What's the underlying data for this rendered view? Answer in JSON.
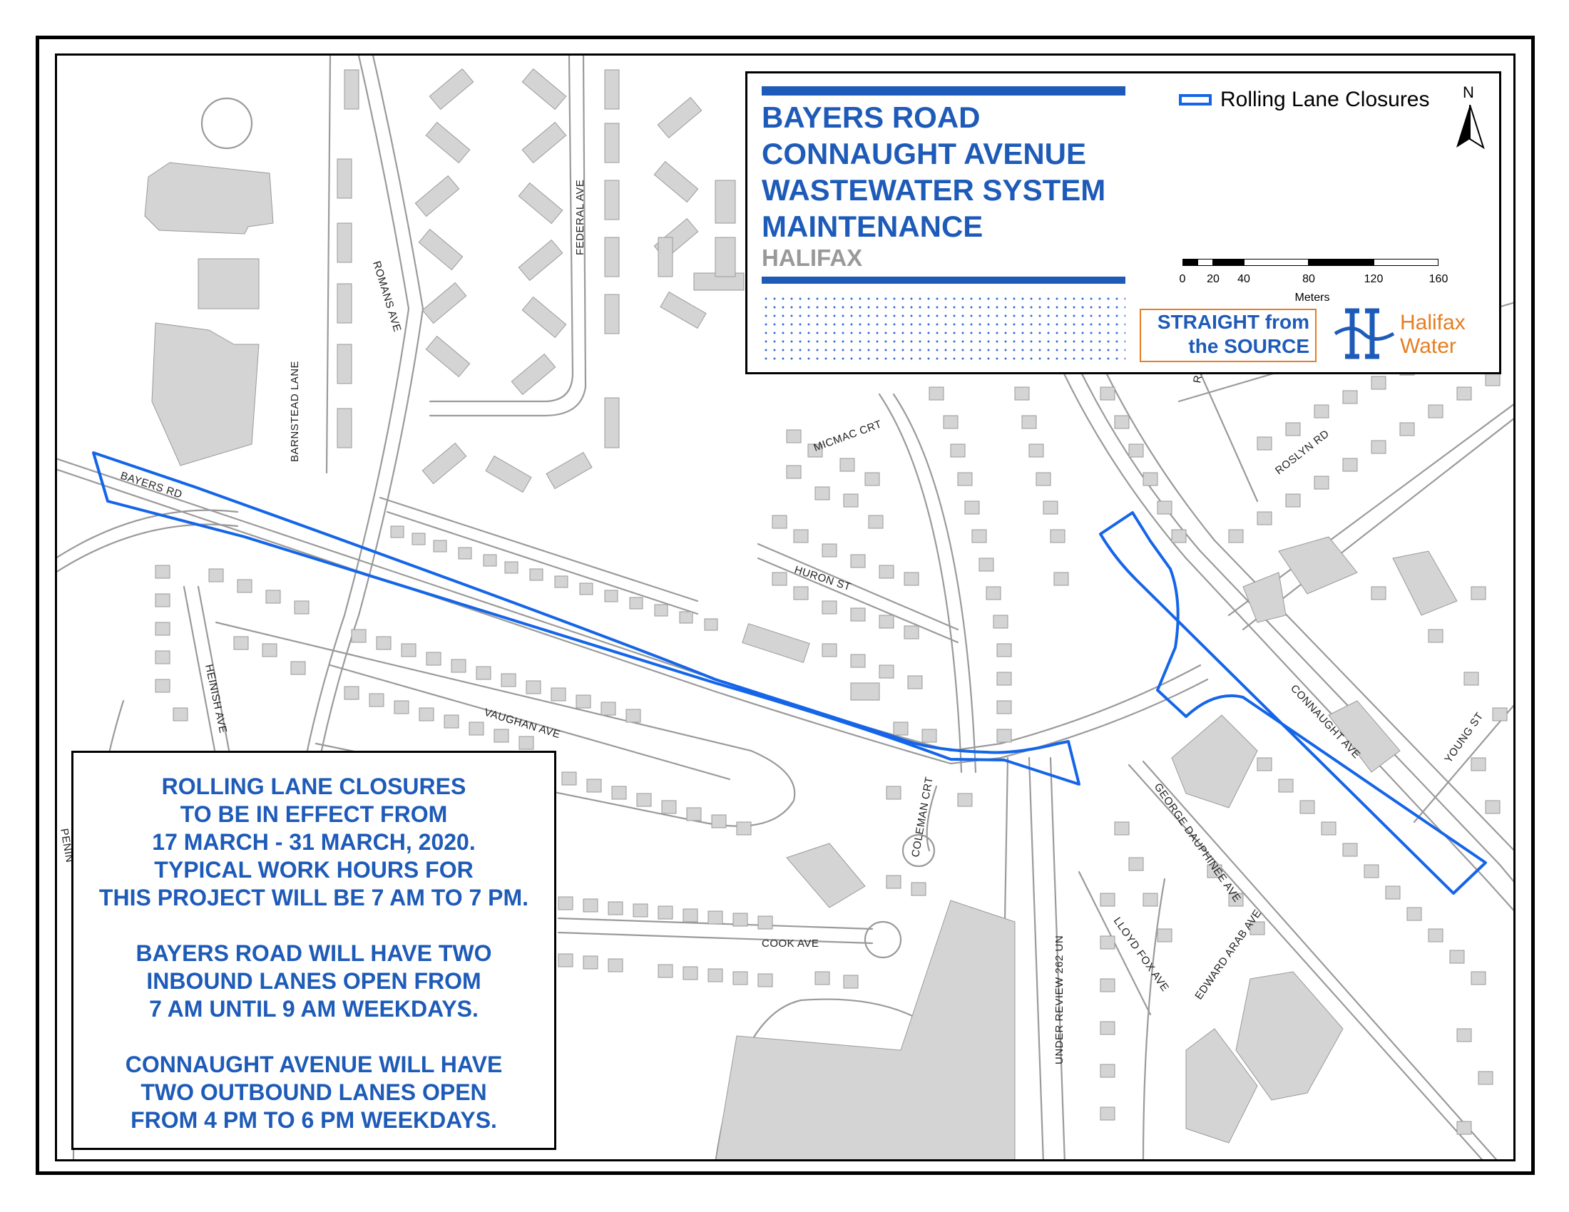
{
  "colors": {
    "accent_blue": "#1e5bb8",
    "closure_outline": "#1565e8",
    "building_fill": "#d4d4d4",
    "road_stroke": "#9a9a9a",
    "subtitle_grey": "#999999",
    "brand_orange": "#e67e22"
  },
  "title": {
    "lines": [
      "BAYERS ROAD",
      "CONNAUGHT AVENUE",
      "WASTEWATER SYSTEM",
      "MAINTENANCE"
    ],
    "subtitle": "HALIFAX"
  },
  "legend": {
    "label": "Rolling Lane Closures",
    "symbol": "outlined-rectangle"
  },
  "north_arrow": {
    "letter": "N",
    "icon": "north-arrow-icon"
  },
  "scale": {
    "ticks": [
      "0",
      "20",
      "40",
      "80",
      "120",
      "160"
    ],
    "unit": "Meters"
  },
  "branding": {
    "straight_line1": "STRAIGHT from",
    "straight_line2": "the SOURCE",
    "logo_line1": "Halifax",
    "logo_line2": "Water",
    "logo_icon": "halifax-water-logo-icon"
  },
  "notice": {
    "paragraphs": [
      [
        "ROLLING LANE CLOSURES",
        "TO BE IN EFFECT FROM",
        "17 MARCH - 31 MARCH, 2020.",
        "TYPICAL WORK HOURS FOR",
        "THIS PROJECT WILL BE 7 AM TO 7 PM."
      ],
      [
        "BAYERS ROAD WILL HAVE TWO",
        "INBOUND LANES OPEN FROM",
        "7 AM UNTIL 9 AM WEEKDAYS."
      ],
      [
        "CONNAUGHT AVENUE WILL HAVE",
        "TWO OUTBOUND LANES OPEN",
        "FROM 4 PM TO 6 PM WEEKDAYS."
      ]
    ]
  },
  "street_labels": {
    "bayers_rd": "BAYERS RD",
    "romans_ave": "ROMANS AVE",
    "federal_ave": "FEDERAL AVE",
    "barnstead_lane": "BARNSTEAD LANE",
    "micmac_crt": "MICMAC CRT",
    "huron_st": "HURON ST",
    "vaughan_ave": "VAUGHAN AVE",
    "heinish_ave": "HEINISH AVE",
    "coleman_crt": "COLEMAN CRT",
    "cook_ave": "COOK AVE",
    "under_review": "UNDER REVIEW 262 UN",
    "george_dauphinee_ave": "GEORGE DAUPHINEE AVE",
    "lloyd_fox_ave": "LLOYD FOX AVE",
    "edward_arab_ave": "EDWARD ARAB AVE",
    "connaught_ave": "CONNAUGHT AVE",
    "young_st": "YOUNG ST",
    "roslyn_rd": "ROSLYN RD",
    "rd_partial": "RD",
    "penin_partial": "PENIN"
  }
}
